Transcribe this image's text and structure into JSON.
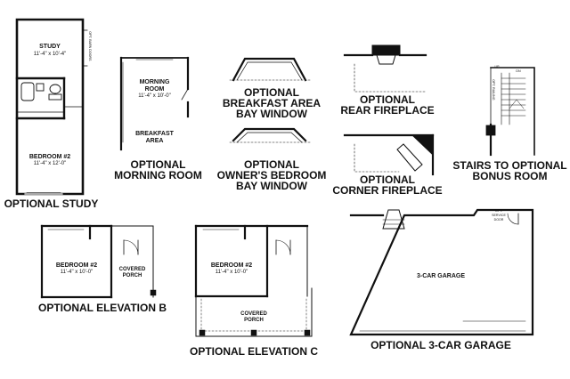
{
  "captions": {
    "optional_study": "OPTIONAL STUDY",
    "optional_morning_room_1": "OPTIONAL",
    "optional_morning_room_2": "MORNING ROOM",
    "breakfast_bay_1": "OPTIONAL",
    "breakfast_bay_2": "BREAKFAST AREA",
    "breakfast_bay_3": "BAY WINDOW",
    "owners_bay_1": "OPTIONAL",
    "owners_bay_2": "OWNER'S BEDROOM",
    "owners_bay_3": "BAY WINDOW",
    "rear_fireplace_1": "OPTIONAL",
    "rear_fireplace_2": "REAR FIREPLACE",
    "corner_fireplace_1": "OPTIONAL",
    "corner_fireplace_2": "CORNER FIREPLACE",
    "stairs_1": "STAIRS TO OPTIONAL",
    "stairs_2": "BONUS ROOM",
    "elevation_b": "OPTIONAL ELEVATION B",
    "elevation_c": "OPTIONAL ELEVATION C",
    "garage": "OPTIONAL 3-CAR GARAGE"
  },
  "rooms": {
    "study_name": "STUDY",
    "study_dim": "11'-4\" x 10'-4\"",
    "barn_doors": "OPT. BARN DOORS",
    "bedroom2_study_name": "BEDROOM #2",
    "bedroom2_study_dim": "11'-4\" x 12'-0\"",
    "morning_room_1": "MORNING",
    "morning_room_2": "ROOM",
    "morning_room_dim": "11'-4\" x 10'-0\"",
    "breakfast_1": "BREAKFAST",
    "breakfast_2": "AREA",
    "bedroom2_b_name": "BEDROOM #2",
    "bedroom2_b_dim": "11'-4\" x 10'-0\"",
    "covered_porch_b_1": "COVERED",
    "covered_porch_b_2": "PORCH",
    "bedroom2_c_name": "BEDROOM #2",
    "bedroom2_c_dim": "11'-4\" x 10'-0\"",
    "covered_porch_c_1": "COVERED",
    "covered_porch_c_2": "PORCH",
    "garage_name": "3-CAR GARAGE",
    "service_door_1": "OPT.",
    "service_door_2": "SERVICE",
    "service_door_3": "DOOR",
    "stairs_up": "UP",
    "stairs_dn": "DN",
    "opt_railing": "OPT. RAILING"
  }
}
